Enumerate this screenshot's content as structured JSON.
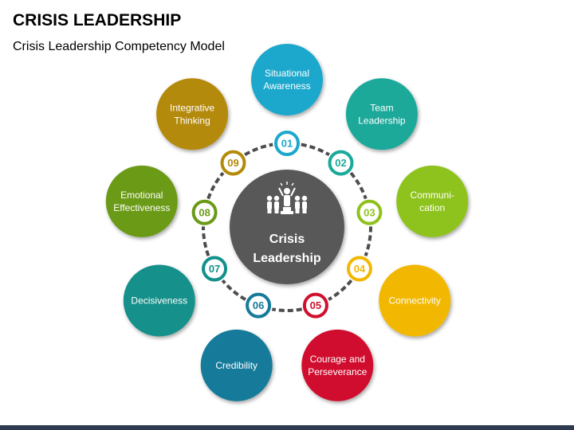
{
  "header": {
    "title": "CRISIS LEADERSHIP",
    "subtitle": "Crisis Leadership Competency Model"
  },
  "center": {
    "line1": "Crisis",
    "line2": "Leadership",
    "icon": "leader-with-team-icon",
    "color": "#595959"
  },
  "ring_color": "#4d4d4d",
  "competencies": [
    {
      "number": "01",
      "lines": [
        "Situational",
        "Awareness"
      ],
      "color": "#1ba8cc"
    },
    {
      "number": "02",
      "lines": [
        "Team",
        "Leadership"
      ],
      "color": "#1aa99a"
    },
    {
      "number": "03",
      "lines": [
        "Communi-",
        "cation"
      ],
      "color": "#8ec21a"
    },
    {
      "number": "04",
      "lines": [
        "Connectivity"
      ],
      "color": "#f2b705"
    },
    {
      "number": "05",
      "lines": [
        "Courage and",
        "Perseverance"
      ],
      "color": "#d0102d"
    },
    {
      "number": "06",
      "lines": [
        "Credibility"
      ],
      "color": "#167a9a"
    },
    {
      "number": "07",
      "lines": [
        "Decisiveness"
      ],
      "color": "#13908a"
    },
    {
      "number": "08",
      "lines": [
        "Emotional",
        "Effectiveness"
      ],
      "color": "#6a9a16"
    },
    {
      "number": "09",
      "lines": [
        "Integrative",
        "Thinking"
      ],
      "color": "#b48a0a"
    }
  ]
}
